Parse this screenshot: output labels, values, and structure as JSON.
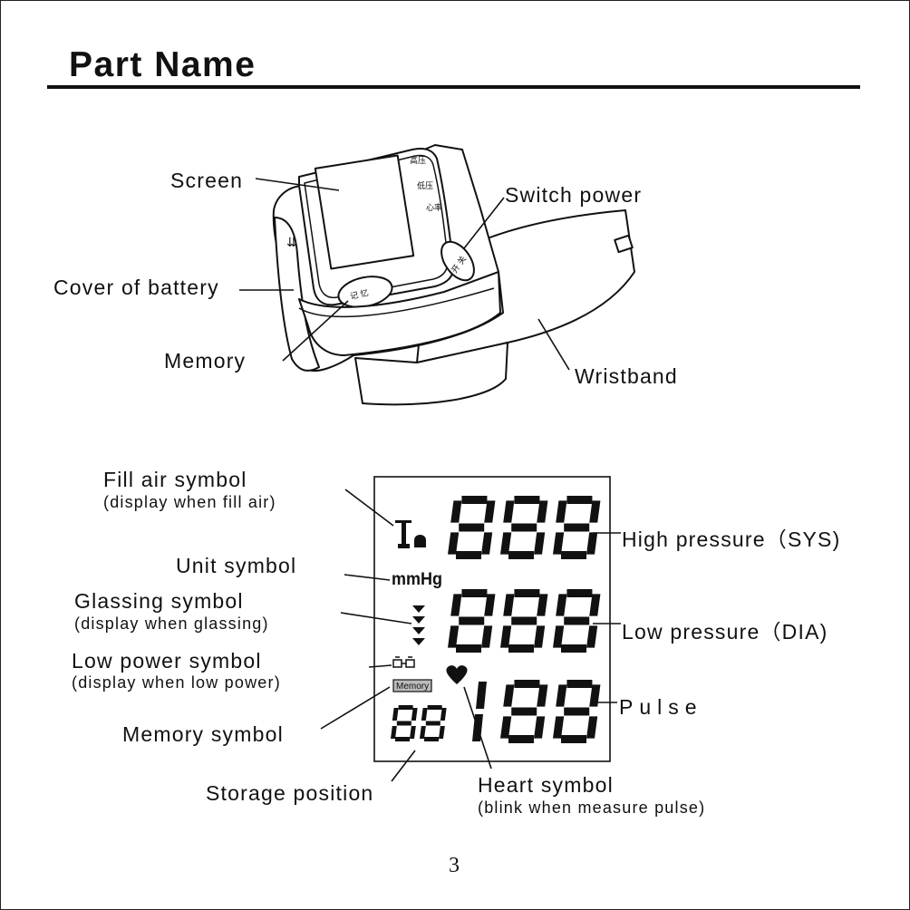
{
  "title": "Part Name",
  "page_number": "3",
  "device": {
    "screen_label": "Screen",
    "switch_label": "Switch power",
    "battery_label": "Cover of battery",
    "memory_label": "Memory",
    "wristband_label": "Wristband",
    "side_labels": [
      "高压",
      "低压",
      "心率"
    ],
    "memory_button_text": "记 忆",
    "switch_button_text": "开 关"
  },
  "lcd": {
    "fill_air": {
      "label": "Fill air symbol",
      "note": "(display when fill air)"
    },
    "unit": {
      "label": "Unit symbol",
      "text": "mmHg"
    },
    "glassing": {
      "label": "Glassing symbol",
      "note": "(display when glassing)"
    },
    "low_power": {
      "label": "Low power symbol",
      "note": "(display when low power)"
    },
    "memory_symbol": {
      "label": "Memory symbol",
      "text": "Memory"
    },
    "storage": {
      "label": "Storage position"
    },
    "heart": {
      "label": "Heart symbol",
      "note": "(blink when measure pulse)"
    },
    "high": {
      "label": "High pressure（SYS)"
    },
    "low": {
      "label": "Low pressure（DIA)"
    },
    "pulse": {
      "label": "Pulse"
    }
  }
}
